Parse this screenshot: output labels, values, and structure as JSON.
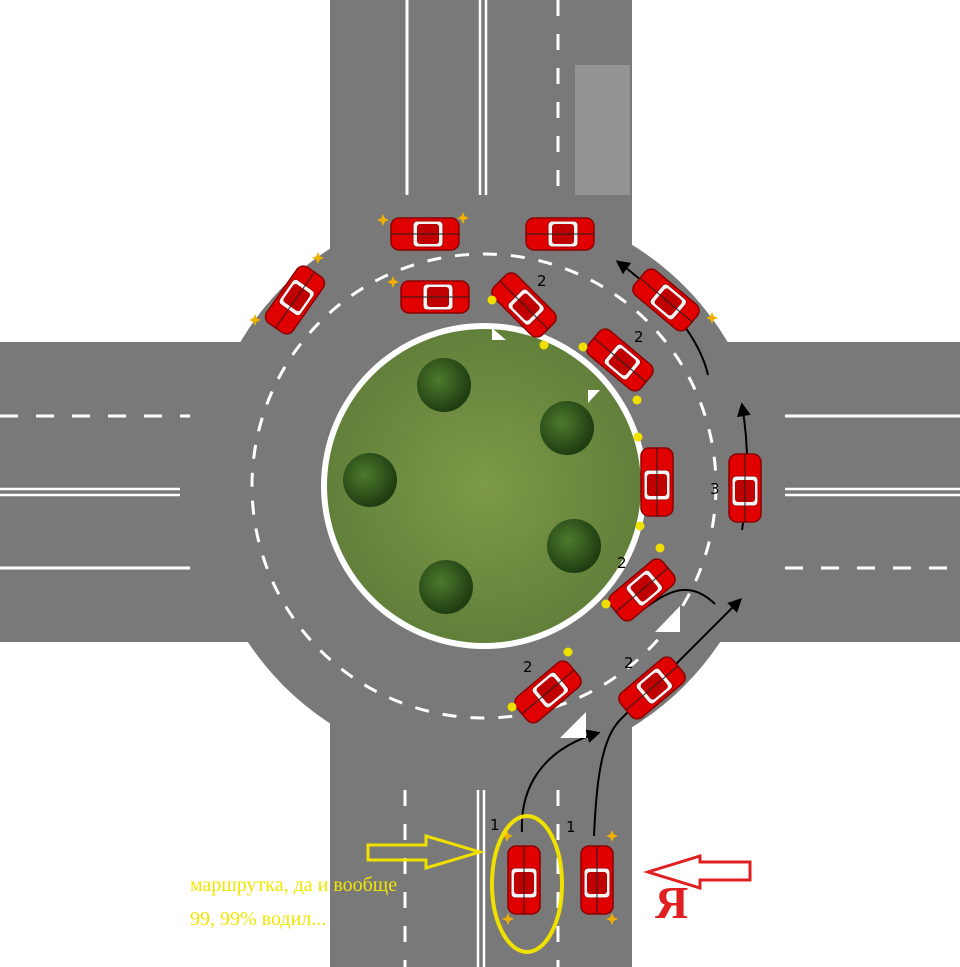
{
  "diagram": {
    "type": "roundabout-traffic-diagram",
    "caption": "маршрутка, да и вообще 99, 99% водил...",
    "self_label": "Я",
    "step_labels": [
      "1",
      "2",
      "3"
    ],
    "colors": {
      "road": "#7a7a7a",
      "marking": "#ffffff",
      "island": "#6e8b3d",
      "car": "#e00000",
      "caption_text": "#f2e600",
      "highlight_ellipse": "#f0e000",
      "self_arrow": "#e02020",
      "marker_arrow": "#f0e000"
    },
    "icons": [
      "car-icon",
      "tree-icon",
      "turn-signal-icon",
      "arrow-right-icon",
      "arrow-left-icon"
    ]
  }
}
